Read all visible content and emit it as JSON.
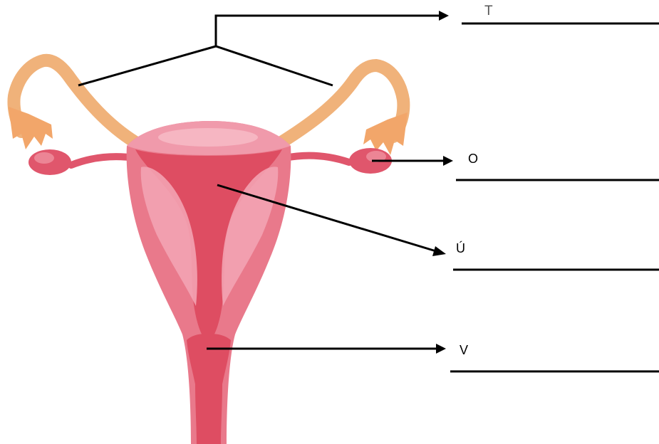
{
  "labels": {
    "t": "T",
    "o": "O",
    "u": "Ú",
    "v": "V"
  },
  "colors": {
    "tube": "#f0b27a",
    "tube_edge": "#e59a5d",
    "fimbria": "#f2a66a",
    "ovary": "#e0566c",
    "uterus_outer": "#e9798b",
    "uterus_inner": "#de4d62",
    "uterus_light": "#f3a3b2",
    "fundus": "#f09aab",
    "line": "#000000"
  }
}
